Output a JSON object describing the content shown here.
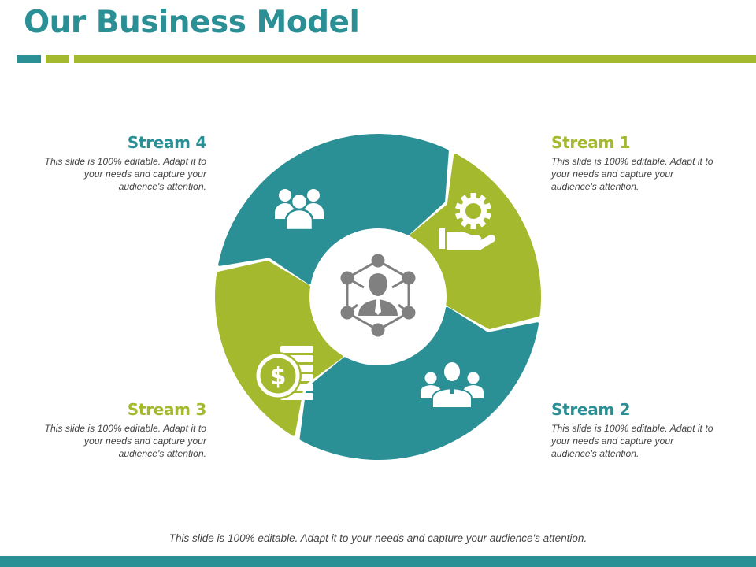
{
  "title": "Our Business Model",
  "colors": {
    "teal": "#2b9096",
    "green": "#a4b92d",
    "icon_gray": "#808080"
  },
  "center_icon": "network-businessman-icon",
  "streams": [
    {
      "id": "stream1",
      "title": "Stream 1",
      "desc": "This slide is 100% editable. Adapt it to your needs and capture your audience's attention.",
      "color": "green",
      "icon": "hand-gear-icon"
    },
    {
      "id": "stream2",
      "title": "Stream 2",
      "desc": "This slide is 100% editable. Adapt it to your needs and capture your audience's attention.",
      "color": "teal",
      "icon": "business-team-icon"
    },
    {
      "id": "stream3",
      "title": "Stream 3",
      "desc": "This slide is 100% editable. Adapt it to your needs and capture your audience's attention.",
      "color": "green",
      "icon": "dollar-coins-icon"
    },
    {
      "id": "stream4",
      "title": "Stream 4",
      "desc": "This slide is 100% editable. Adapt it to your needs and capture your audience's attention.",
      "color": "teal",
      "icon": "group-users-icon"
    }
  ],
  "footer": "This slide is 100% editable.  Adapt it to your needs and capture your audience's attention."
}
